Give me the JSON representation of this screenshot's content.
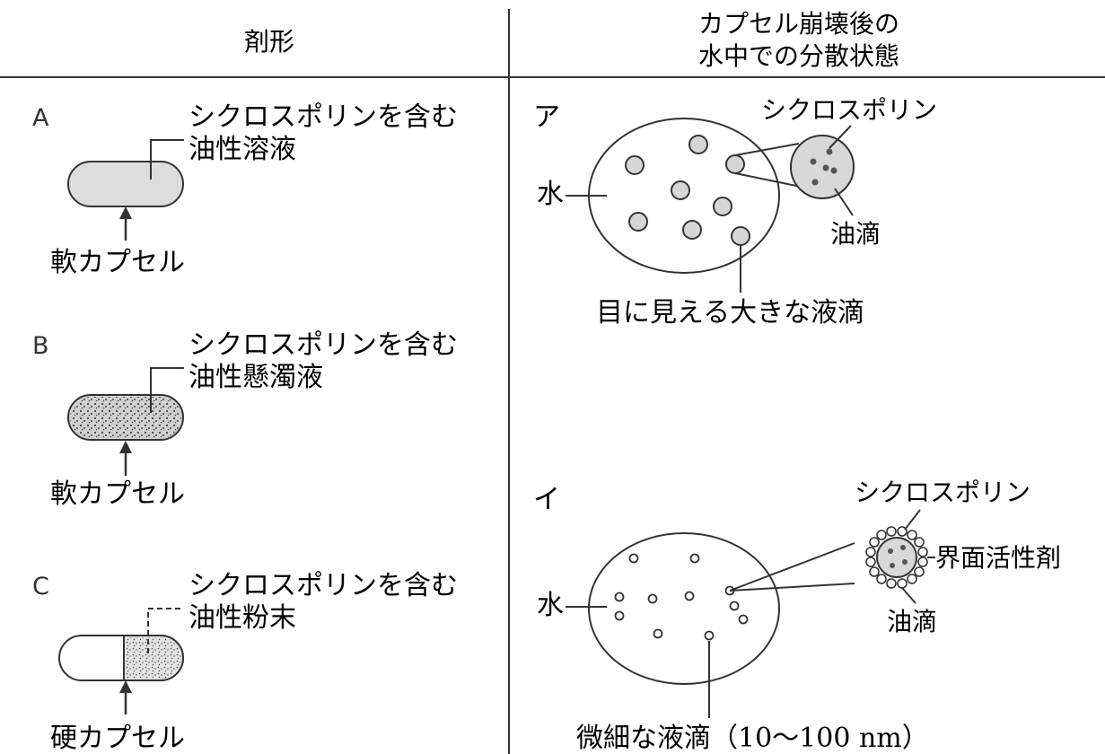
{
  "header": {
    "col_left": "剤形",
    "col_right_line1": "カプセル崩壊後の",
    "col_right_line2": "水中での分散状態"
  },
  "rows": [
    {
      "letter": "A",
      "content_line1": "シクロスポリンを含む",
      "content_line2": "油性溶液",
      "capsule_label": "軟カプセル"
    },
    {
      "letter": "B",
      "content_line1": "シクロスポリンを含む",
      "content_line2": "油性懸濁液",
      "capsule_label": "軟カプセル"
    },
    {
      "letter": "C",
      "content_line1": "シクロスポリンを含む",
      "content_line2": "油性粉末",
      "capsule_label": "硬カプセル"
    }
  ],
  "states": [
    {
      "kana": "ア",
      "drug_label": "シクロスポリン",
      "water_label": "水",
      "droplet_label": "油滴",
      "size_label": "目に見える大きな液滴"
    },
    {
      "kana": "イ",
      "drug_label": "シクロスポリン",
      "surfactant_label": "界面活性剤",
      "water_label": "水",
      "droplet_label": "油滴",
      "size_label": "微細な液滴（10〜100 nm）"
    }
  ],
  "colors": {
    "capsule_fill": "#dcdcdc",
    "droplet_fill": "#d8d8d8",
    "dot": "#555555",
    "line": "#333333"
  }
}
